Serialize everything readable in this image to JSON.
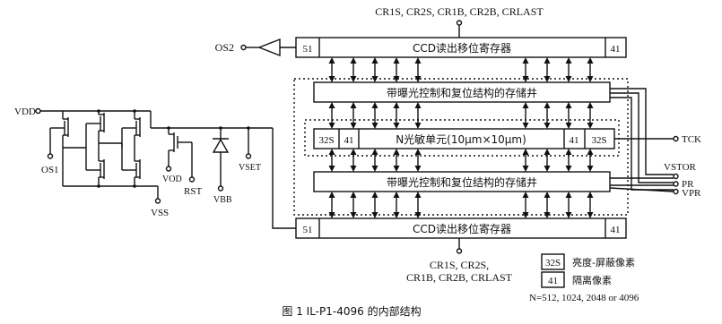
{
  "top_clock_label": "CR1S, CR2S, CR1B, CR2B, CRLAST",
  "bottom_clock_label_line1": "CR1S, CR2S,",
  "bottom_clock_label_line2": "CR1B, CR2B, CRLAST",
  "registers": {
    "top": {
      "label": "CCD读出移位寄存器",
      "left_cell": "51",
      "right_cell": "41"
    },
    "bottom": {
      "label": "CCD读出移位寄存器",
      "left_cell": "51",
      "right_cell": "41"
    }
  },
  "storage": {
    "top": {
      "label": "带曝光控制和复位结构的存储井"
    },
    "bottom": {
      "label": "带曝光控制和复位结构的存储井"
    }
  },
  "sensor": {
    "label": "N光敏单元(10μm×10μm)",
    "left_outer": "32S",
    "left_inner": "41",
    "right_inner": "41",
    "right_outer": "32S"
  },
  "pins": {
    "os2": "OS2",
    "vdd": "VDD",
    "os1": "OS1",
    "vss": "VSS",
    "vod": "VOD",
    "rst": "RST",
    "vbb": "VBB",
    "vset": "VSET",
    "tck": "TCK",
    "vstor": "VSTOR",
    "pr": "PR",
    "vpr": "VPR"
  },
  "legend": {
    "items": [
      {
        "code": "32S",
        "desc": "亮度-屏蔽像素"
      },
      {
        "code": "41",
        "desc": "隔离像素"
      }
    ],
    "note": "N=512, 1024, 2048 or 4096"
  },
  "caption": "图 1   IL-P1-4096 的内部结构"
}
